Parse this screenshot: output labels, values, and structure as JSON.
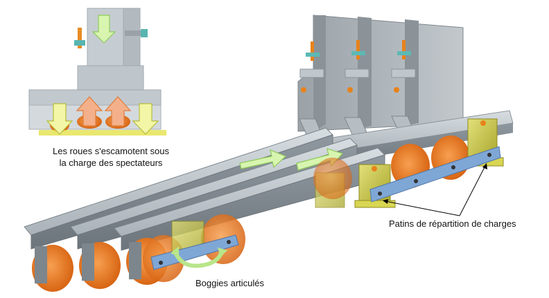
{
  "labels": {
    "wheels_line1": "Les roues s'escamotent sous",
    "wheels_line2": "la charge des spectateurs",
    "pads": "Patins de répartition de charges",
    "bogies": "Boggies articulés"
  },
  "colors": {
    "background": "#ffffff",
    "beam": "#8e979e",
    "beam_light": "#c5ccd1",
    "wheel": "#e8731a",
    "pad": "#c9c83a",
    "plate": "#7fa7d6",
    "arrow_green": "#d8f5b0",
    "arrow_orange": "#f3b08a",
    "bolt": "#f08a1a"
  },
  "icons": [
    "arrow-down-icon",
    "arrow-up-icon",
    "arrow-right-icon",
    "curved-arrow-icon"
  ]
}
